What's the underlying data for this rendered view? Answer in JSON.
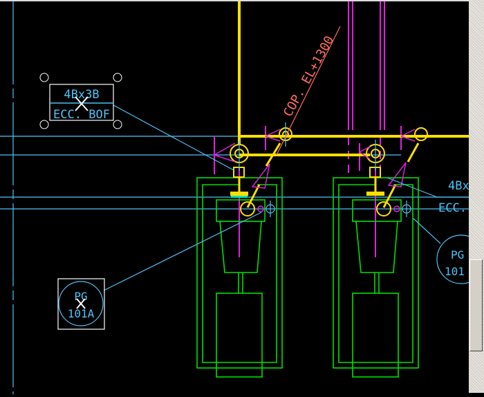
{
  "drawing": {
    "annotation_left": {
      "line1": "4Bx3B",
      "line2": "ECC. BOF"
    },
    "annotation_right": {
      "line1": "4Bx",
      "line2": "ECC."
    },
    "tag_left": {
      "line1": "PG",
      "line2": "101A"
    },
    "tag_right": {
      "line1": "PG",
      "line2": "101"
    },
    "elevation_label": "COP. EL+1300"
  },
  "colors": {
    "background": "#000000",
    "cyan": "#4fc3f7",
    "yellow": "#ffe000",
    "magenta": "#e020e0",
    "green": "#00e000",
    "salmon": "#ff6f5e",
    "white": "#ffffff"
  }
}
